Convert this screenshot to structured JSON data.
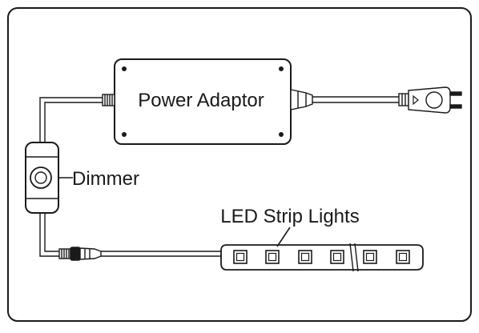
{
  "diagram": {
    "labels": {
      "power_adaptor": "Power Adaptor",
      "dimmer": "Dimmer",
      "led_strip": "LED Strip Lights"
    },
    "led_count": 6
  },
  "colors": {
    "stroke": "#1a1a1a",
    "background": "#ffffff"
  }
}
